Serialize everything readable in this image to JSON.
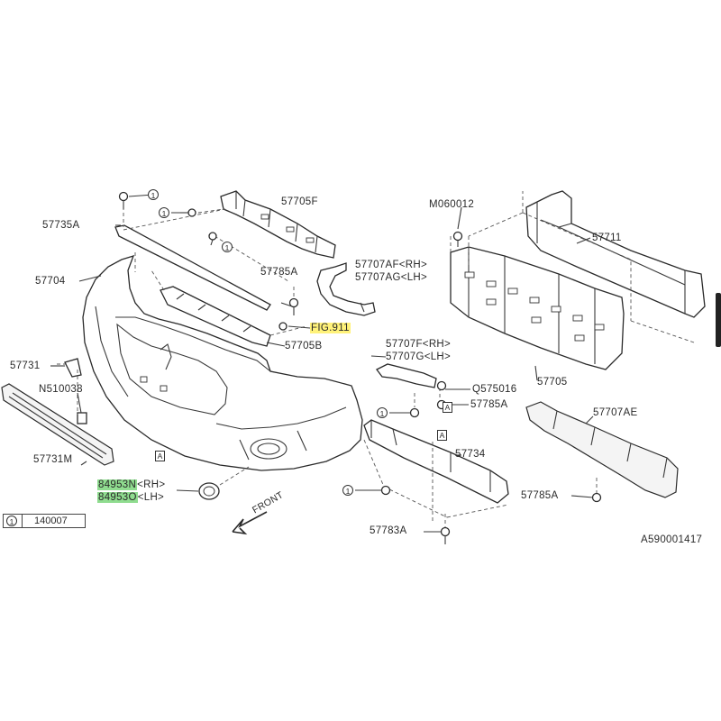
{
  "labels": {
    "p57705f": "57705F",
    "p57735a": "57735A",
    "p57704": "57704",
    "p57731": "57731",
    "n510038": "N510038",
    "p57731m": "57731M",
    "p84953n": "84953N",
    "rh1": "<RH>",
    "p84953o": "84953O",
    "lh1": "<LH>",
    "p57785a_1": "57785A",
    "fig911": "FIG.911",
    "p57705b": "57705B",
    "p57707af": "57707AF<RH>",
    "p57707ag": "57707AG<LH>",
    "m060012": "M060012",
    "p57711": "57711",
    "p57707f": "57707F<RH>",
    "p57707g": "57707G<LH>",
    "q575016": "Q575016",
    "p57785a_2": "57785A",
    "p57705": "57705",
    "p57707ae": "57707AE",
    "p57734": "57734",
    "p57785a_3": "57785A",
    "p57783a": "57783A",
    "front": "FRONT",
    "drawing_code": "A590001417"
  },
  "callouts": {
    "one": "1",
    "a": "A"
  },
  "legend": {
    "marker": "1",
    "part": "140007"
  },
  "colors": {
    "highlight_green": "#8fdc8f",
    "highlight_yellow": "#fff27a"
  }
}
